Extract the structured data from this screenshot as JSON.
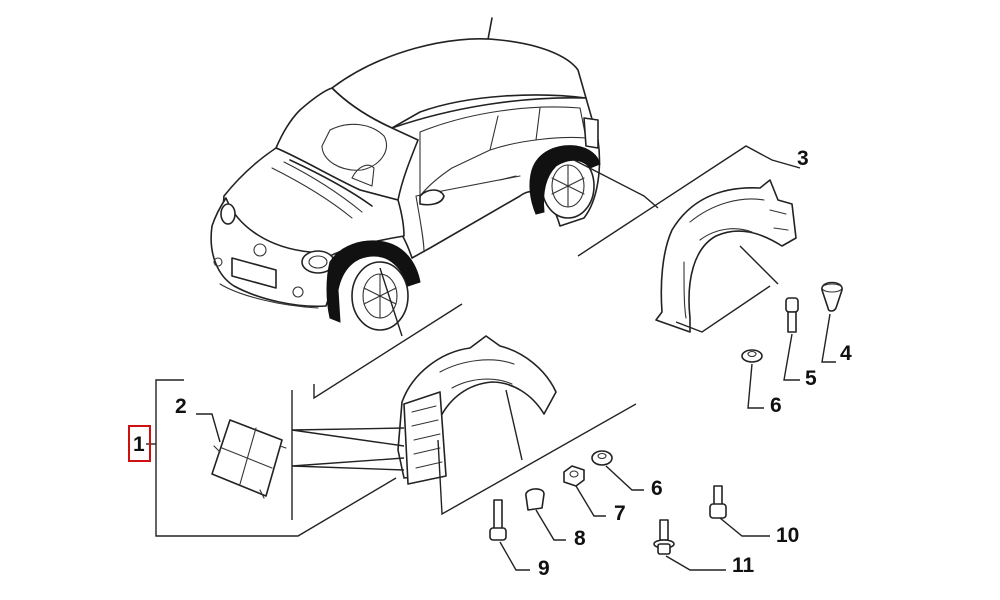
{
  "callouts": {
    "c1": "1",
    "c2": "2",
    "c3": "3",
    "c4": "4",
    "c5": "5",
    "c6a": "6",
    "c6b": "6",
    "c7": "7",
    "c8": "8",
    "c9": "9",
    "c10": "10",
    "c11": "11"
  },
  "highlight_color": "#d01010"
}
